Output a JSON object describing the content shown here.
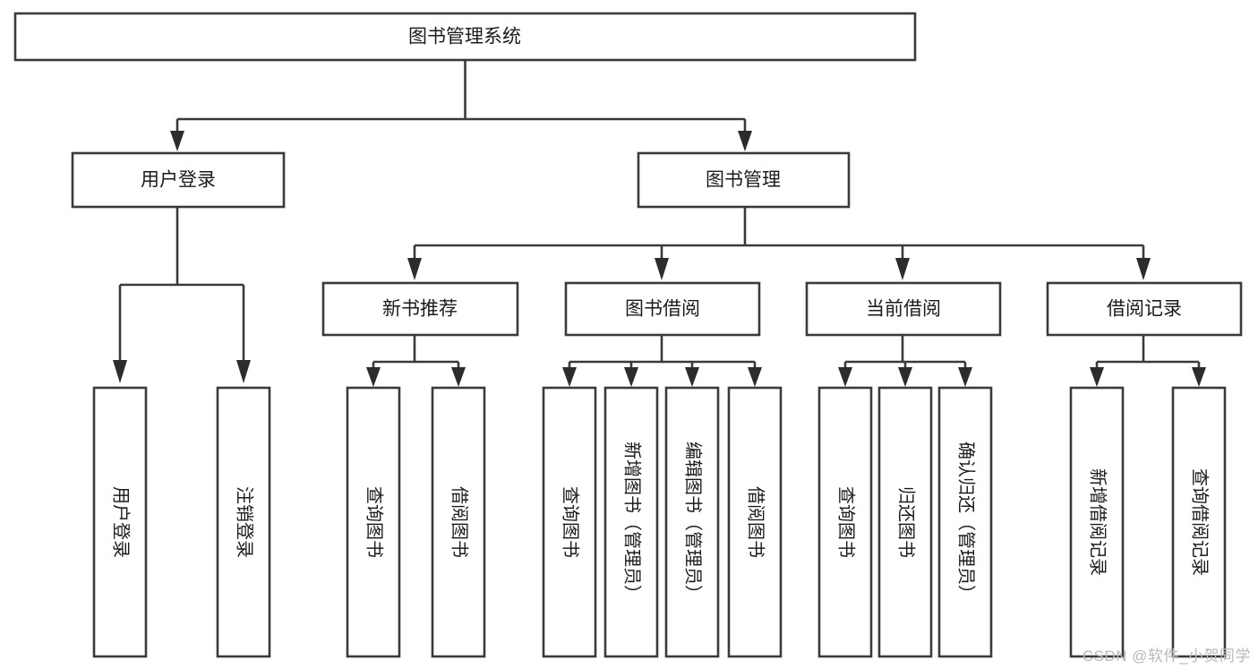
{
  "diagram": {
    "type": "tree-hierarchy",
    "orientation": "top-down",
    "root": {
      "id": "root",
      "label": "图书管理系统"
    },
    "level2": [
      {
        "id": "user-login",
        "label": "用户登录"
      },
      {
        "id": "book-management",
        "label": "图书管理"
      }
    ],
    "level3": [
      {
        "id": "new-book-recommend",
        "label": "新书推荐",
        "parent": "book-management"
      },
      {
        "id": "book-borrow",
        "label": "图书借阅",
        "parent": "book-management"
      },
      {
        "id": "current-borrow",
        "label": "当前借阅",
        "parent": "book-management"
      },
      {
        "id": "borrow-record",
        "label": "借阅记录",
        "parent": "book-management"
      }
    ],
    "leaves": [
      {
        "id": "leaf-user-login",
        "label": "用户登录",
        "parent": "user-login"
      },
      {
        "id": "leaf-logout-login",
        "label": "注销登录",
        "parent": "user-login"
      },
      {
        "id": "leaf-query-book-1",
        "label": "查询图书",
        "parent": "new-book-recommend"
      },
      {
        "id": "leaf-borrow-book-1",
        "label": "借阅图书",
        "parent": "new-book-recommend"
      },
      {
        "id": "leaf-query-book-2",
        "label": "查询图书",
        "parent": "book-borrow"
      },
      {
        "id": "leaf-add-book",
        "label": "新增图书（管理员）",
        "parent": "book-borrow"
      },
      {
        "id": "leaf-edit-book",
        "label": "编辑图书（管理员）",
        "parent": "book-borrow"
      },
      {
        "id": "leaf-borrow-book-2",
        "label": "借阅图书",
        "parent": "book-borrow"
      },
      {
        "id": "leaf-query-book-3",
        "label": "查询图书",
        "parent": "current-borrow"
      },
      {
        "id": "leaf-return-book",
        "label": "归还图书",
        "parent": "current-borrow"
      },
      {
        "id": "leaf-confirm-return",
        "label": "确认归还（管理员）",
        "parent": "current-borrow"
      },
      {
        "id": "leaf-add-record",
        "label": "新增借阅记录",
        "parent": "borrow-record"
      },
      {
        "id": "leaf-query-record",
        "label": "查询借阅记录",
        "parent": "borrow-record"
      }
    ]
  },
  "watermark": {
    "text": "CSDN @软件_小贺同学"
  },
  "colors": {
    "background": "#ffffff",
    "box_fill": "#ffffff",
    "box_stroke": "#3a3a3a",
    "text": "#1b1b1b",
    "watermark": "#b9b9b9"
  }
}
